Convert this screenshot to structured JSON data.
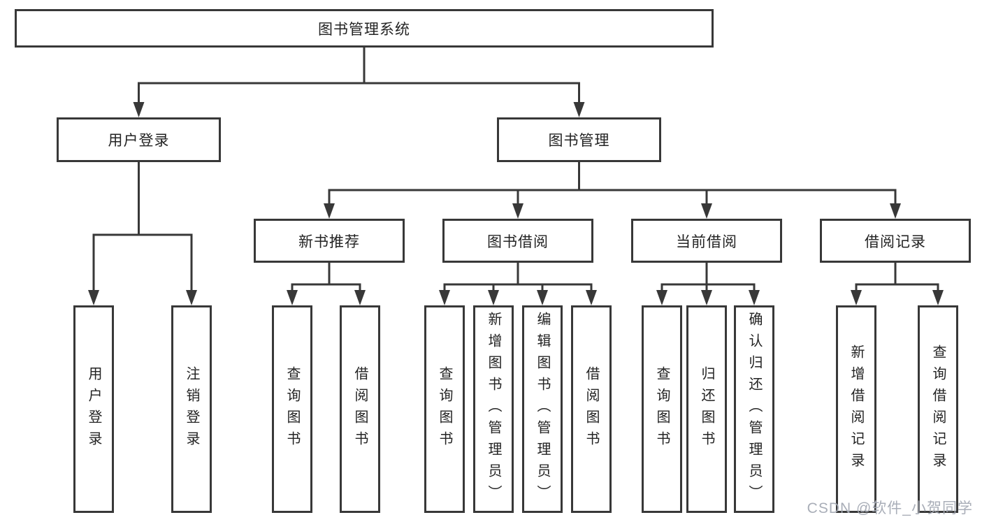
{
  "nodes": {
    "root": "图书管理系统",
    "level2": [
      "用户登录",
      "图书管理"
    ],
    "level3": [
      "新书推荐",
      "图书借阅",
      "当前借阅",
      "借阅记录"
    ]
  },
  "leaves": {
    "login": [
      "用户登录",
      "注销登录"
    ],
    "new_book": [
      "查询图书",
      "借阅图书"
    ],
    "borrow": [
      "查询图书",
      "新增图书（管理员）",
      "编辑图书（管理员）",
      "借阅图书"
    ],
    "current": [
      "查询图书",
      "归还图书",
      "确认归还（管理员）"
    ],
    "records": [
      "新增借阅记录",
      "查询借阅记录"
    ]
  },
  "watermark": "CSDN @软件_小贺同学",
  "colors": {
    "background": "#ffffff",
    "line": "#383838",
    "box_border": "#383838",
    "text": "#232323",
    "watermark": "#a4aab4"
  }
}
